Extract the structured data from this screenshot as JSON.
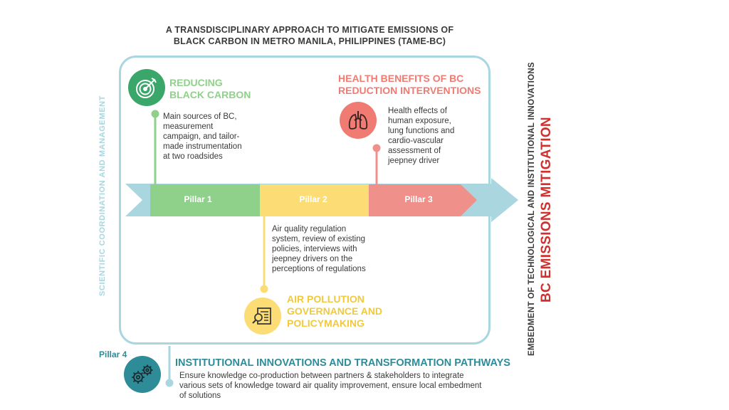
{
  "title": {
    "line1": "A TRANSDISCIPLINARY APPROACH TO MITIGATE EMISSIONS OF",
    "line2": "BLACK CARBON IN METRO MANILA, PHILIPPINES (TAME-BC)"
  },
  "side_left": "SCIENTIFIC COORDINATION AND MANAGEMENT",
  "side_right": {
    "line1": "EMBEDMENT OF TECHNOLOGICAL AND INSTITUTIONAL INNOVATIONS",
    "line2": "BC EMISSIONS MITIGATION"
  },
  "pillars": [
    {
      "label": "Pillar 1",
      "heading_line1": "REDUCING",
      "heading_line2": "BLACK CARBON",
      "desc": [
        "Main sources of BC,",
        "measurement",
        "campaign, and tailor-",
        "made instrumentation",
        "at two roadsides"
      ],
      "icon": "target-icon",
      "color": "#8fd18a"
    },
    {
      "label": "Pillar 2",
      "heading_line1": "AIR POLLUTION",
      "heading_line2": "GOVERNANCE AND",
      "heading_line3": "POLICYMAKING",
      "desc": [
        "Air quality regulation",
        "system, review of existing",
        "policies, interviews with",
        "jeepney drivers on the",
        "perceptions of regulations"
      ],
      "icon": "document-search-icon",
      "color": "#fcdc74"
    },
    {
      "label": "Pillar 3",
      "heading_line1": "HEALTH BENEFITS OF BC",
      "heading_line2": "REDUCTION INTERVENTIONS",
      "desc": [
        "Health effects of",
        "human exposure,",
        "lung functions and",
        "cardio-vascular",
        "assessment of",
        "jeepney driver"
      ],
      "icon": "lungs-icon",
      "color": "#ef918a"
    },
    {
      "label": "Pillar 4",
      "heading": "INSTITUTIONAL INNOVATIONS AND TRANSFORMATION PATHWAYS",
      "desc": [
        "Ensure knowledge co-production between partners & stakeholders to integrate",
        "various sets of knowledge toward air quality improvement, ensure local embedment",
        "of solutions"
      ],
      "icon": "gears-icon",
      "color": "#2e8c98"
    }
  ],
  "colors": {
    "frame": "#a9d6df",
    "green": "#8fd18a",
    "yellow": "#fcdc74",
    "red": "#ef918a",
    "teal": "#2e8c98",
    "crimson": "#d0312f"
  }
}
